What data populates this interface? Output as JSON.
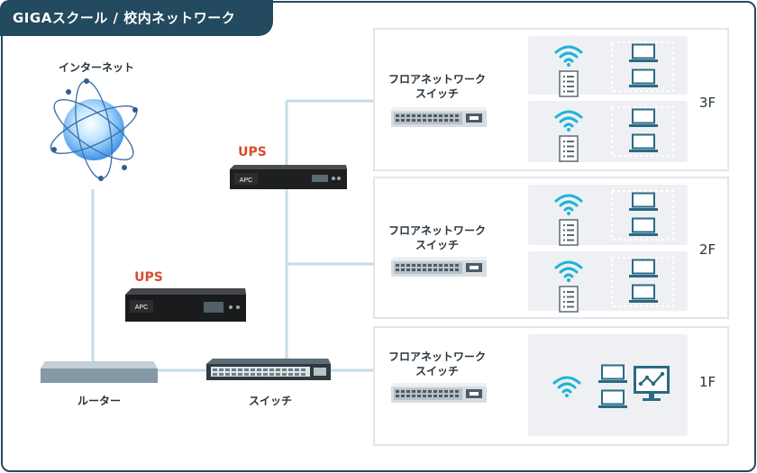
{
  "title": "GIGAスクール / 校内ネットワーク",
  "internet_label": "インターネット",
  "router_label": "ルーター",
  "core_switch_label": "スイッチ",
  "ups_label": "UPS",
  "ups_brand": "APC",
  "floors": [
    {
      "name": "3F",
      "switch_label_1": "フロアネットワーク",
      "switch_label_2": "スイッチ"
    },
    {
      "name": "2F",
      "switch_label_1": "フロアネットワーク",
      "switch_label_2": "スイッチ"
    },
    {
      "name": "1F",
      "switch_label_1": "フロアネットワーク",
      "switch_label_2": "スイッチ"
    }
  ],
  "icons": {
    "wifi": "wifi-icon",
    "server": "server-icon",
    "laptop": "laptop-icon",
    "monitor": "monitor-chart-icon",
    "globe": "globe-icon"
  },
  "colors": {
    "frame": "#234a5e",
    "wire": "#c5dce6",
    "ups_label": "#d94d2a",
    "icon": "#2a6a84",
    "wifi": "#1fb3d6"
  }
}
